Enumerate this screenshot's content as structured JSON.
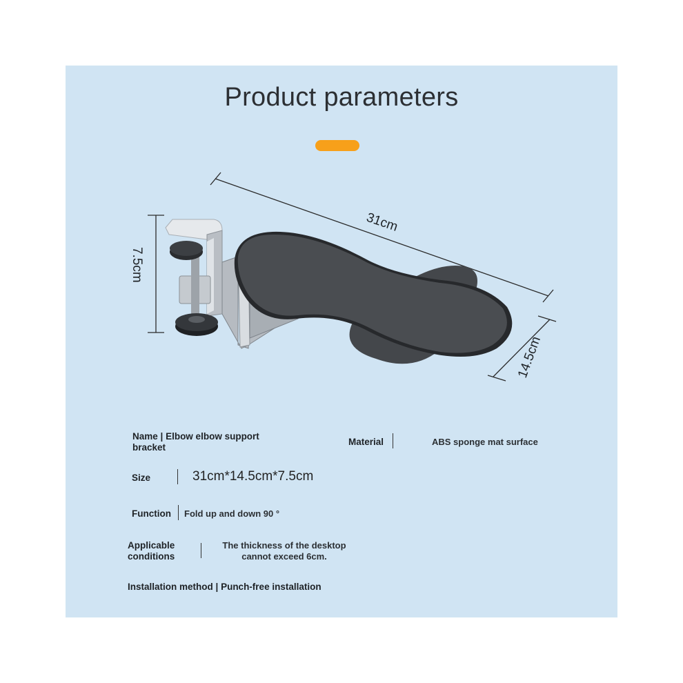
{
  "title": "Product parameters",
  "accent_color": "#f7a01a",
  "background_color": "#d0e4f3",
  "dimensions": {
    "length": "31cm",
    "height": "7.5cm",
    "width": "14.5cm"
  },
  "specs": {
    "name": {
      "label": "Name |",
      "value_line1": "Elbow elbow support",
      "value_line2": "bracket"
    },
    "material": {
      "label": "Material",
      "value": "ABS sponge mat surface"
    },
    "size": {
      "label": "Size",
      "value": "31cm*14.5cm*7.5cm"
    },
    "function": {
      "label": "Function",
      "value": "Fold up and down 90 °"
    },
    "applicable": {
      "label_line1": "Applicable",
      "label_line2": "conditions",
      "value_line1": "The thickness of the desktop",
      "value_line2": "cannot exceed 6cm."
    },
    "installation": {
      "label": "Installation method |",
      "value": "Punch-free installation"
    }
  }
}
